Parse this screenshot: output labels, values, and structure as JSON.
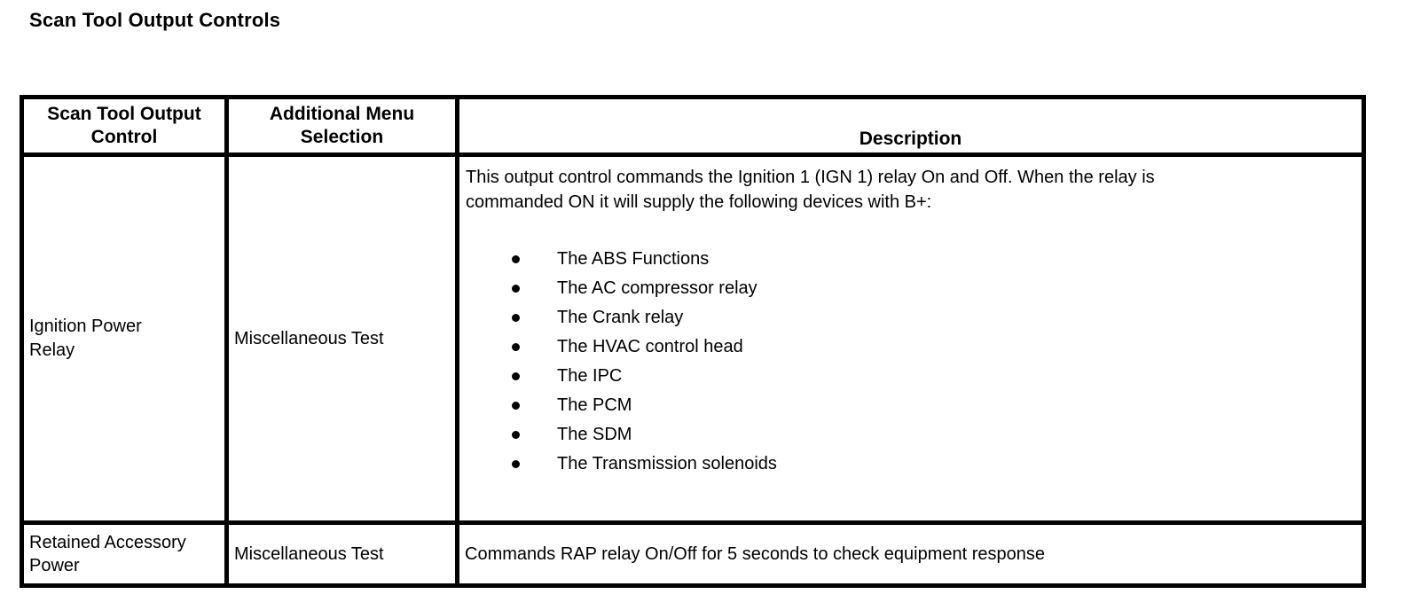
{
  "page_title": "Scan Tool Output Controls",
  "colors": {
    "text": "#000000",
    "background": "#ffffff",
    "border": "#000000"
  },
  "table": {
    "headers": {
      "control": "Scan Tool Output\nControl",
      "menu": "Additional Menu\nSelection",
      "description": "Description"
    },
    "rows": [
      {
        "control": "Ignition Power\nRelay",
        "menu": "Miscellaneous Test",
        "description_intro": "This output control commands the Ignition 1 (IGN 1) relay On and Off. When the relay is\ncommanded ON it will supply the following devices with B+:",
        "bullets": [
          "The ABS Functions",
          "The AC compressor relay",
          "The Crank relay",
          "The HVAC control head",
          "The IPC",
          "The PCM",
          "The SDM",
          "The Transmission solenoids"
        ]
      },
      {
        "control": "Retained Accessory\nPower",
        "menu": "Miscellaneous Test",
        "description": "Commands RAP relay On/Off for 5 seconds to check equipment response"
      }
    ]
  }
}
